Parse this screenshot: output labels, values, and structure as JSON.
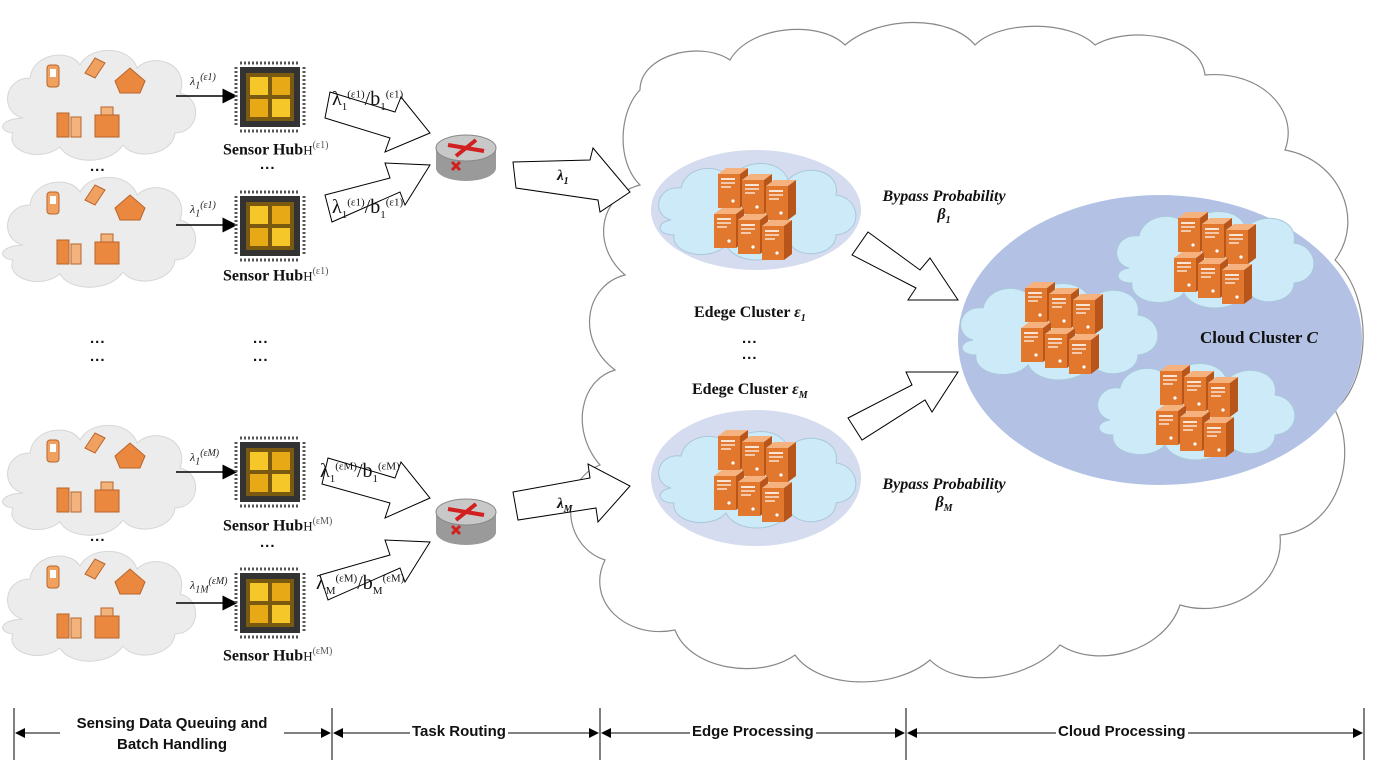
{
  "sensor_hub_label": "Sensor Hub",
  "hub_sub_1": "H",
  "hub_sup_1": "(ε1)",
  "hub_sup_M": "(εM)",
  "dots": "...",
  "routing": {
    "rate_1": "λ",
    "rate_1_sub": "1",
    "rate_M": "λ",
    "rate_M_sub": "M",
    "ratio_top": "λ(ε1)/b(ε1)",
    "ratio_bottom": "λ(εM)/b(εM)"
  },
  "edge": {
    "cluster_1": "Edege Cluster ",
    "cluster_1_sym": "ε",
    "cluster_1_sub": "1",
    "cluster_M": "Edege Cluster ",
    "cluster_M_sym": "ε",
    "cluster_M_sub": "M",
    "dots": "..."
  },
  "bypass": {
    "label_1": "Bypass Probability",
    "beta_1": "β",
    "beta_1_sub": "1",
    "label_M": "Bypass Probability",
    "beta_M": "β",
    "beta_M_sub": "M"
  },
  "cloud": {
    "label": "Cloud Cluster ",
    "sym": "C"
  },
  "stages": [
    {
      "label": "Sensing Data Queuing and Batch Handling"
    },
    {
      "label": "Task Routing"
    },
    {
      "label": "Edge Processing"
    },
    {
      "label": "Cloud Processing"
    }
  ],
  "colors": {
    "server_orange": "#e2772e",
    "cloud_gray": "#e9e9e9",
    "edge_ellipse": "#d5dcef",
    "cloud_ellipse": "#b3c2e4",
    "edge_cloud": "#cdeaf8",
    "chip_gold": "#e7b321"
  }
}
